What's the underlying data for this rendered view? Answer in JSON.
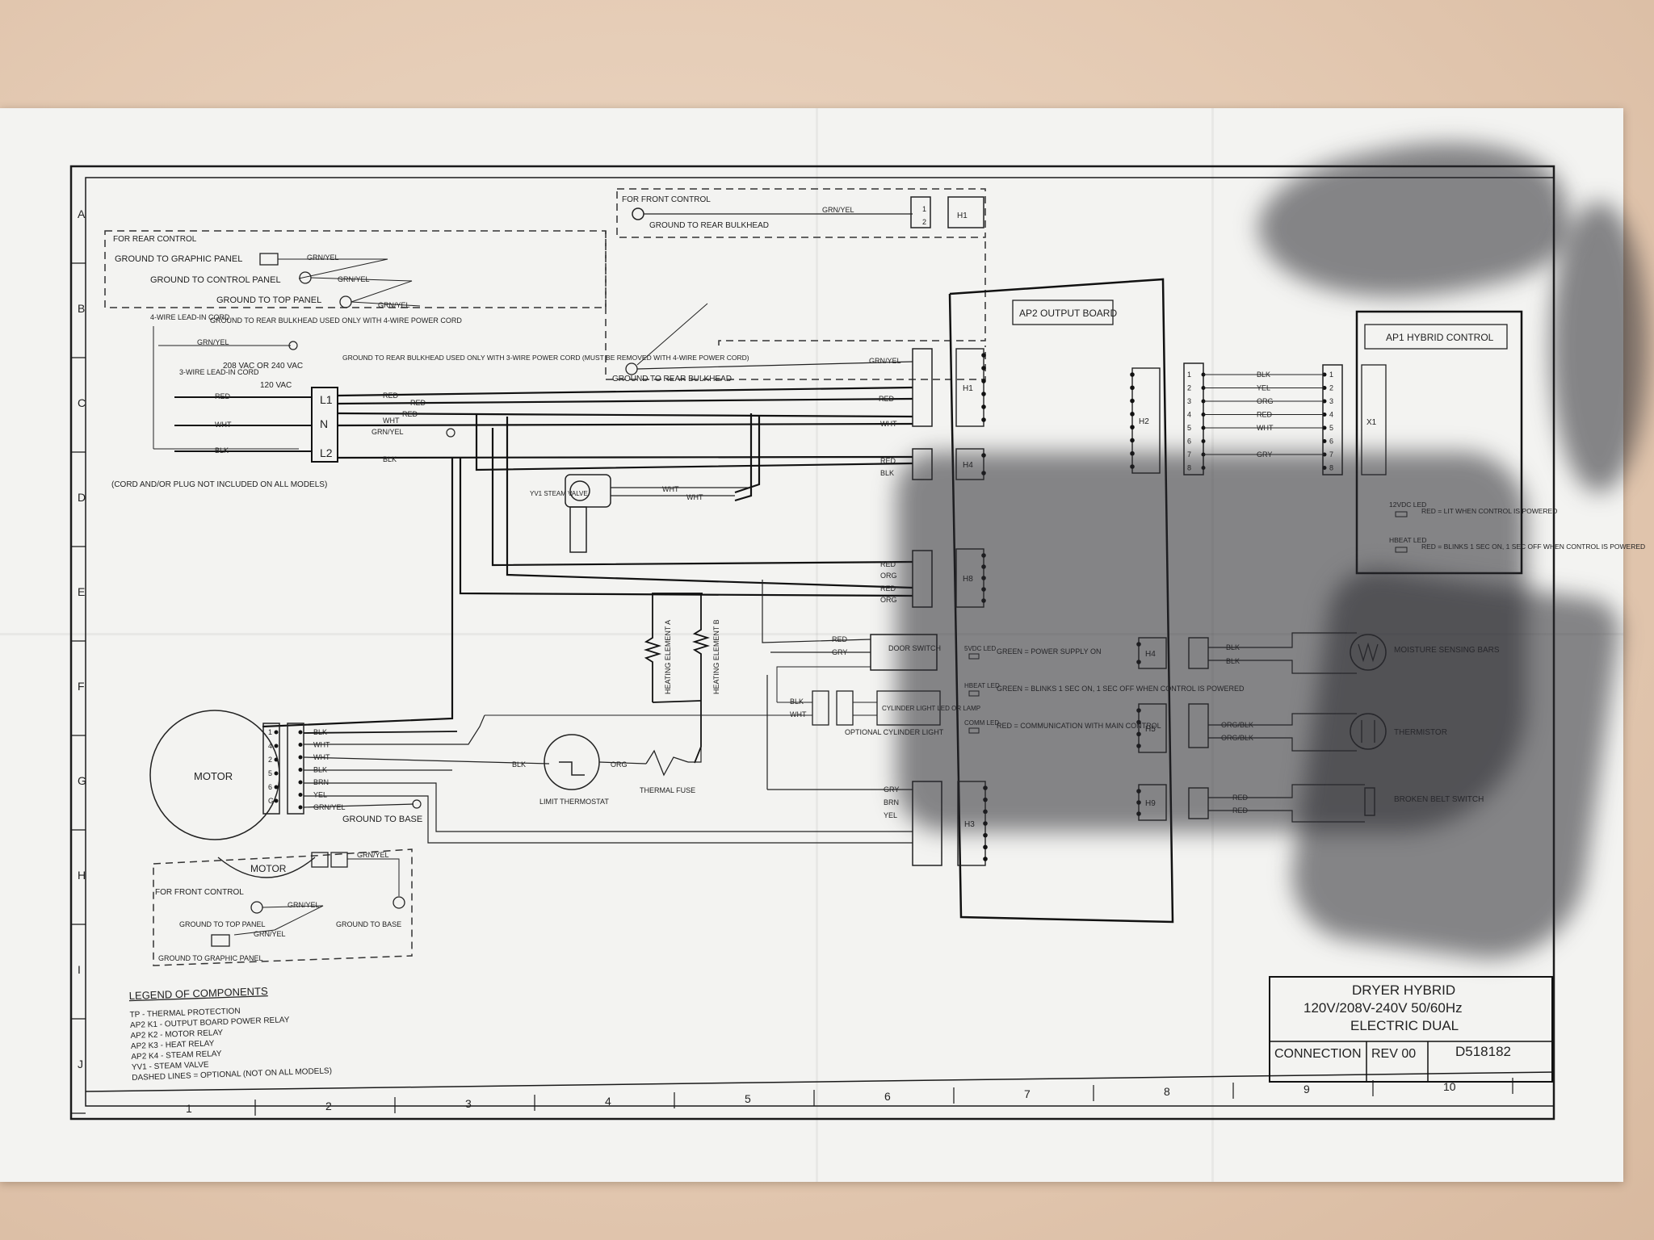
{
  "border": {
    "row_letters": [
      "A",
      "B",
      "C",
      "D",
      "E",
      "F",
      "G",
      "H",
      "I",
      "J"
    ],
    "col_numbers": [
      "1",
      "2",
      "3",
      "4",
      "5",
      "6",
      "7",
      "8",
      "9",
      "10"
    ]
  },
  "front_control_top": {
    "title": "FOR FRONT CONTROL",
    "ground_label": "GROUND TO REAR BULKHEAD",
    "wire": "GRN/YEL",
    "pins": [
      "1",
      "2"
    ],
    "connector": "H1"
  },
  "rear_control": {
    "title": "FOR REAR CONTROL",
    "grounds": [
      "GROUND TO GRAPHIC PANEL",
      "GROUND TO CONTROL PANEL",
      "GROUND TO TOP PANEL"
    ],
    "wire": "GRN/YEL",
    "bulkhead": "GROUND TO REAR BULKHEAD"
  },
  "cord": {
    "four_wire": "4-WIRE LEAD-IN CORD",
    "four_wire_note": "GROUND TO REAR BULKHEAD USED ONLY WITH 4-WIRE POWER CORD",
    "three_wire": "3-WIRE LEAD-IN CORD",
    "three_wire_note": "GROUND TO REAR BULKHEAD USED ONLY WITH 3-WIRE POWER CORD (MUST BE REMOVED WITH 4-WIRE POWER CORD)",
    "voltage_1": "208 VAC OR 240 VAC",
    "voltage_2": "120 VAC",
    "terminals": [
      "L1",
      "N",
      "L2"
    ],
    "wires": [
      "RED",
      "WHT",
      "BLK",
      "GRN/YEL"
    ],
    "note": "(CORD AND/OR PLUG NOT INCLUDED ON ALL MODELS)"
  },
  "components": {
    "steam_valve": "YV1 STEAM VALVE",
    "heat_a": "HEATING ELEMENT A",
    "heat_b": "HEATING ELEMENT B",
    "door_switch": "DOOR SWITCH",
    "cyl_light": "CYLINDER LIGHT LED OR LAMP",
    "cyl_optional": "OPTIONAL CYLINDER LIGHT",
    "motor": "MOTOR",
    "limit_thermostat": "LIMIT THERMOSTAT",
    "thermal_fuse": "THERMAL FUSE",
    "ground_base": "GROUND TO BASE"
  },
  "motor_wires": [
    "BLK",
    "WHT",
    "WHT",
    "BLK",
    "BRN",
    "YEL",
    "GRN/YEL"
  ],
  "motor_pins": [
    "1",
    "4",
    "2",
    "5",
    "6",
    "G"
  ],
  "output_board": {
    "title": "AP2 OUTPUT BOARD",
    "headers": [
      "H1",
      "H4",
      "H8",
      "H2",
      "H3",
      "H4",
      "H5",
      "H9"
    ],
    "h1_wires": [
      "GRN/YEL",
      "RED",
      "WHT"
    ],
    "h4_wires": [
      "RED",
      "BLK"
    ],
    "h8_wires": [
      "RED",
      "ORG",
      "RED",
      "ORG"
    ],
    "h3_wires": [
      "GRY",
      "BRN",
      "YEL"
    ],
    "leds": [
      {
        "name": "5VDC LED",
        "desc": "GREEN = POWER SUPPLY ON"
      },
      {
        "name": "HBEAT LED",
        "desc": "GREEN = BLINKS 1 SEC ON, 1 SEC OFF WHEN CONTROL IS POWERED"
      },
      {
        "name": "COMM LED",
        "desc": "RED = COMMUNICATION WITH MAIN CONTROL"
      }
    ]
  },
  "harness": {
    "wires": [
      "BLK",
      "YEL",
      "ORG",
      "RED",
      "WHT",
      "",
      "GRY",
      ""
    ],
    "pins": [
      "1",
      "2",
      "3",
      "4",
      "5",
      "6",
      "7",
      "8"
    ]
  },
  "hybrid_control": {
    "title": "AP1 HYBRID CONTROL",
    "connector": "X1",
    "leds": [
      {
        "name": "12VDC LED",
        "desc": "RED = LIT WHEN CONTROL IS POWERED"
      },
      {
        "name": "HBEAT LED",
        "desc": "RED = BLINKS 1 SEC ON, 1 SEC OFF WHEN CONTROL IS POWERED"
      }
    ]
  },
  "sensors": {
    "moisture": "MOISTURE SENSING BARS",
    "thermistor": "THERMISTOR",
    "belt": "BROKEN BELT SWITCH",
    "moisture_wires": [
      "BLK",
      "BLK"
    ],
    "therm_wires": [
      "ORG/BLK",
      "ORG/BLK"
    ],
    "belt_wires": [
      "RED",
      "RED"
    ]
  },
  "front_control_bottom": {
    "title": "FOR FRONT CONTROL",
    "motor": "MOTOR",
    "wire": "GRN/YEL",
    "grounds": [
      "GROUND TO TOP PANEL",
      "GROUND TO GRAPHIC PANEL",
      "GROUND TO BASE"
    ]
  },
  "legend": {
    "title": "LEGEND OF COMPONENTS",
    "items": [
      "TP - THERMAL PROTECTION",
      "AP2 K1 - OUTPUT BOARD POWER RELAY",
      "AP2 K2 - MOTOR RELAY",
      "AP2 K3 - HEAT RELAY",
      "AP2 K4 - STEAM RELAY",
      "YV1 - STEAM VALVE",
      "DASHED LINES = OPTIONAL (NOT ON ALL MODELS)"
    ]
  },
  "title_block": {
    "line1": "DRYER HYBRID",
    "line2": "120V/208V-240V 50/60Hz",
    "line3": "ELECTRIC DUAL",
    "connection": "CONNECTION",
    "rev": "REV 00",
    "number": "D518182"
  }
}
